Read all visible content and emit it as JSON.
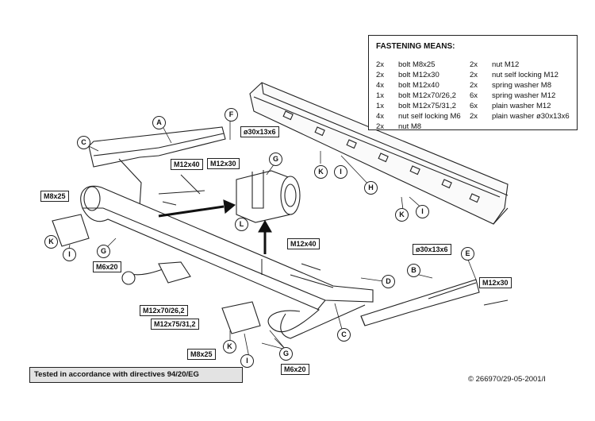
{
  "fastening": {
    "title": "FASTENING MEANS:",
    "left": [
      {
        "qty": "2x",
        "item": "bolt M8x25"
      },
      {
        "qty": "2x",
        "item": "bolt M12x30"
      },
      {
        "qty": "4x",
        "item": "bolt M12x40"
      },
      {
        "qty": "1x",
        "item": "bolt M12x70/26,2"
      },
      {
        "qty": "1x",
        "item": "bolt M12x75/31,2"
      },
      {
        "qty": "4x",
        "item": "nut self locking M6"
      },
      {
        "qty": "2x",
        "item": "nut M8"
      }
    ],
    "right": [
      {
        "qty": "2x",
        "item": "nut M12"
      },
      {
        "qty": "2x",
        "item": "nut self locking M12"
      },
      {
        "qty": "2x",
        "item": "spring washer M8"
      },
      {
        "qty": "6x",
        "item": "spring washer M12"
      },
      {
        "qty": "6x",
        "item": "plain washer M12"
      },
      {
        "qty": "2x",
        "item": "plain washer ø30x13x6"
      }
    ]
  },
  "parts": {
    "A": "A",
    "B": "B",
    "C": "C",
    "D": "D",
    "E": "E",
    "F": "F",
    "G": "G",
    "H": "H",
    "I": "I",
    "K": "K",
    "L": "L"
  },
  "labels": {
    "m12x40": "M12x40",
    "m12x30": "M12x30",
    "m8x25": "M8x25",
    "m6x20": "M6x20",
    "m12x70": "M12x70/26,2",
    "m12x75": "M12x75/31,2",
    "o30": "ø30x13x6"
  },
  "footer": {
    "directive": "Tested in accordance with directives 94/20/EG",
    "code": "© 266970/29-05-2001/I"
  }
}
